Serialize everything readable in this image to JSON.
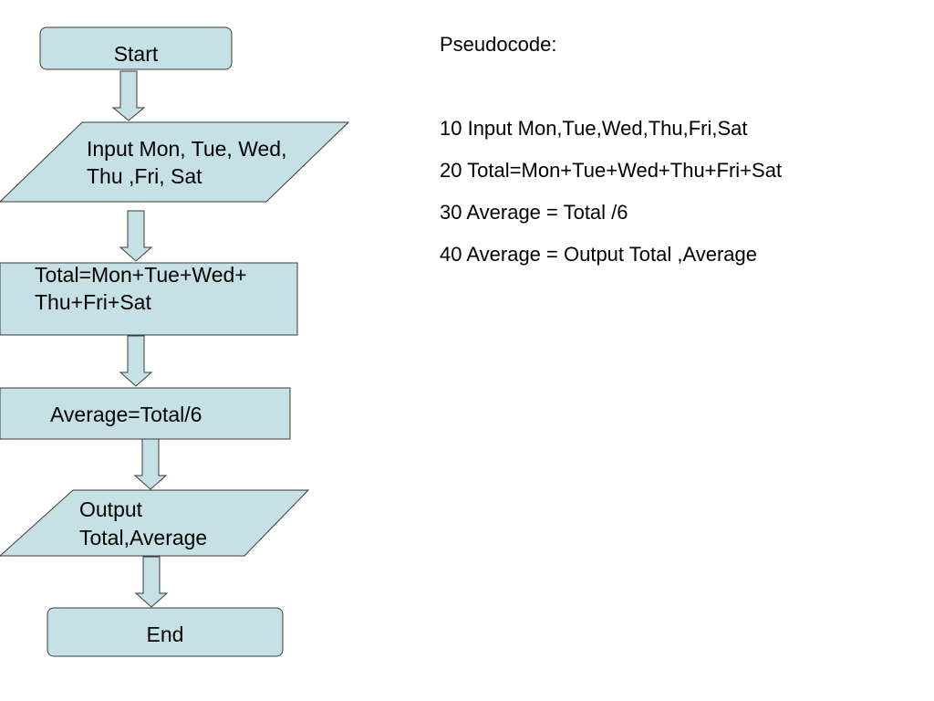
{
  "flowchart": {
    "start": "Start",
    "input": [
      "Input Mon, Tue, Wed,",
      "Thu ,Fri, Sat"
    ],
    "total": [
      "Total=Mon+Tue+Wed+",
      "Thu+Fri+Sat"
    ],
    "average": "Average=Total/6",
    "output": [
      "Output",
      "Total,Average"
    ],
    "end": "End"
  },
  "pseudocode": {
    "title": "Pseudocode:",
    "lines": [
      "10 Input Mon,Tue,Wed,Thu,Fri,Sat",
      "20 Total=Mon+Tue+Wed+Thu+Fri+Sat",
      "30 Average = Total /6",
      "40 Average = Output Total ,Average"
    ]
  },
  "colors": {
    "shape_fill": "#c5e1e5",
    "shape_stroke": "#3b3b3b"
  }
}
